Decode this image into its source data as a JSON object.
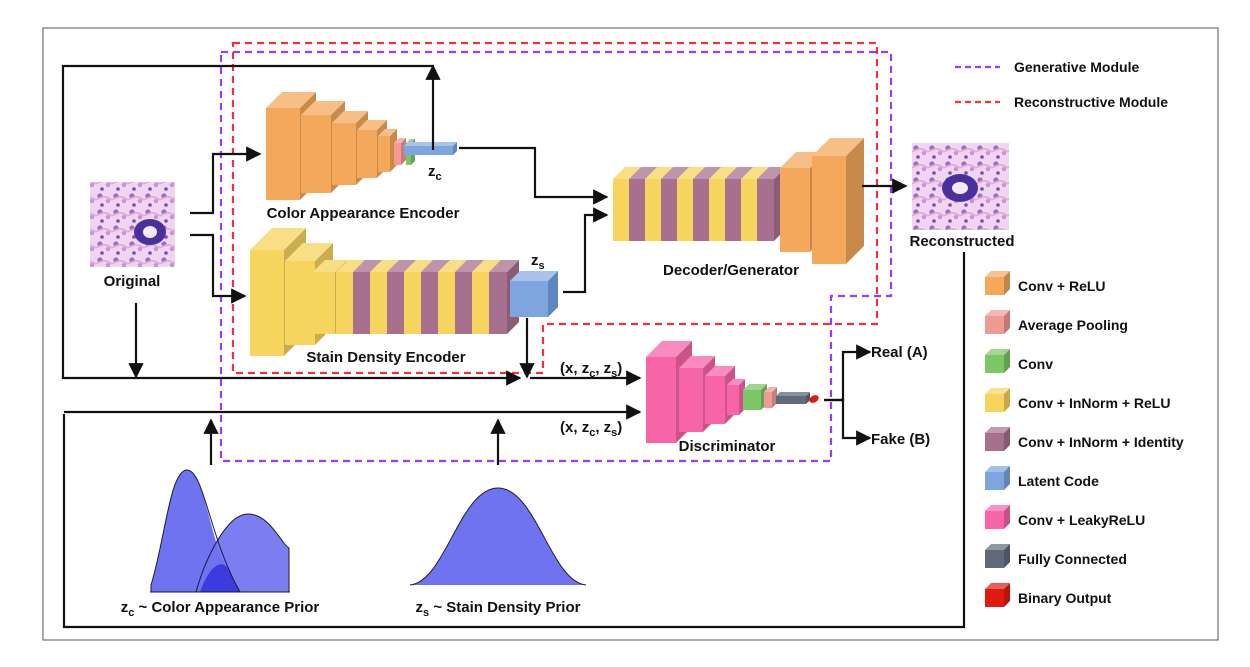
{
  "labels": {
    "original": "Original",
    "reconstructed": "Reconstructed",
    "color_encoder": "Color Appearance Encoder",
    "stain_encoder": "Stain Density Encoder",
    "decoder": "Decoder/Generator",
    "discriminator": "Discriminator",
    "real": "Real (A)",
    "fake": "Fake (B)",
    "zc_sub": "c",
    "zs_sub": "s",
    "z_letter": "z",
    "tuple_prefix": "(x, ",
    "tuple_mid": ", ",
    "tuple_suffix": ")",
    "prior_c": " ~ Color Appearance Prior",
    "prior_s": " ~ Stain Density Prior"
  },
  "modules": [
    {
      "name": "Generative Module",
      "color": "#9b3cf5"
    },
    {
      "name": "Reconstructive Module",
      "color": "#f0323c"
    }
  ],
  "legend": [
    {
      "label": "Conv + ReLU",
      "color": "#f4a85c"
    },
    {
      "label": "Average Pooling",
      "color": "#f09a94"
    },
    {
      "label": "Conv",
      "color": "#7dc665"
    },
    {
      "label": "Conv + InNorm + ReLU",
      "color": "#f6d45e"
    },
    {
      "label": "Conv + InNorm + Identity",
      "color": "#a8708f"
    },
    {
      "label": "Latent Code",
      "color": "#7ea5dd"
    },
    {
      "label": "Conv + LeakyReLU",
      "color": "#f765a8"
    },
    {
      "label": "Fully Connected",
      "color": "#5f6b7a"
    },
    {
      "label": "Binary Output",
      "color": "#e11a10"
    }
  ]
}
